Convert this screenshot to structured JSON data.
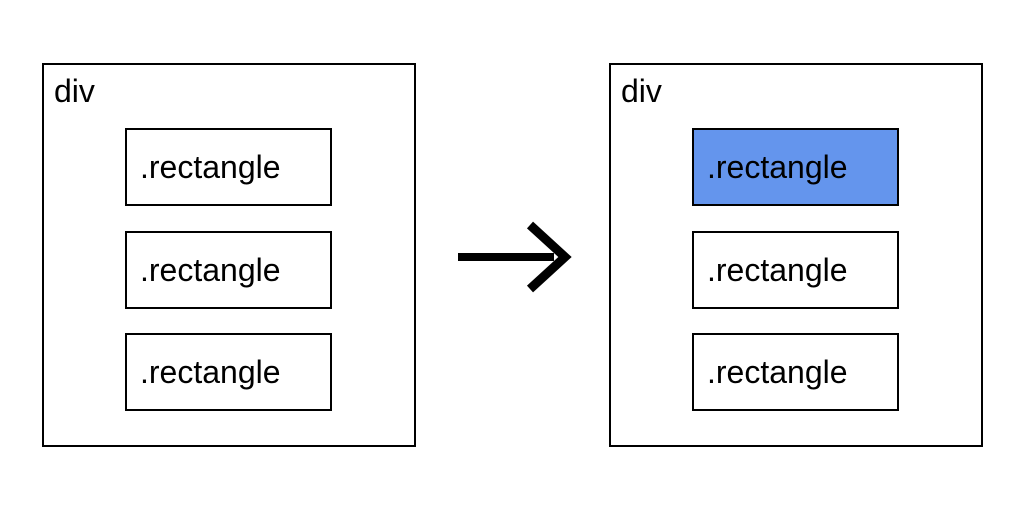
{
  "left_panel": {
    "label": "div",
    "rectangles": [
      {
        "label": ".rectangle",
        "highlighted": false
      },
      {
        "label": ".rectangle",
        "highlighted": false
      },
      {
        "label": ".rectangle",
        "highlighted": false
      }
    ]
  },
  "right_panel": {
    "label": "div",
    "rectangles": [
      {
        "label": ".rectangle",
        "highlighted": true
      },
      {
        "label": ".rectangle",
        "highlighted": false
      },
      {
        "label": ".rectangle",
        "highlighted": false
      }
    ]
  },
  "arrow": {
    "direction": "right"
  },
  "colors": {
    "highlight_fill": "#6495ED",
    "border": "#000000",
    "text": "#000000",
    "arrow": "#000000",
    "background": "#ffffff"
  }
}
